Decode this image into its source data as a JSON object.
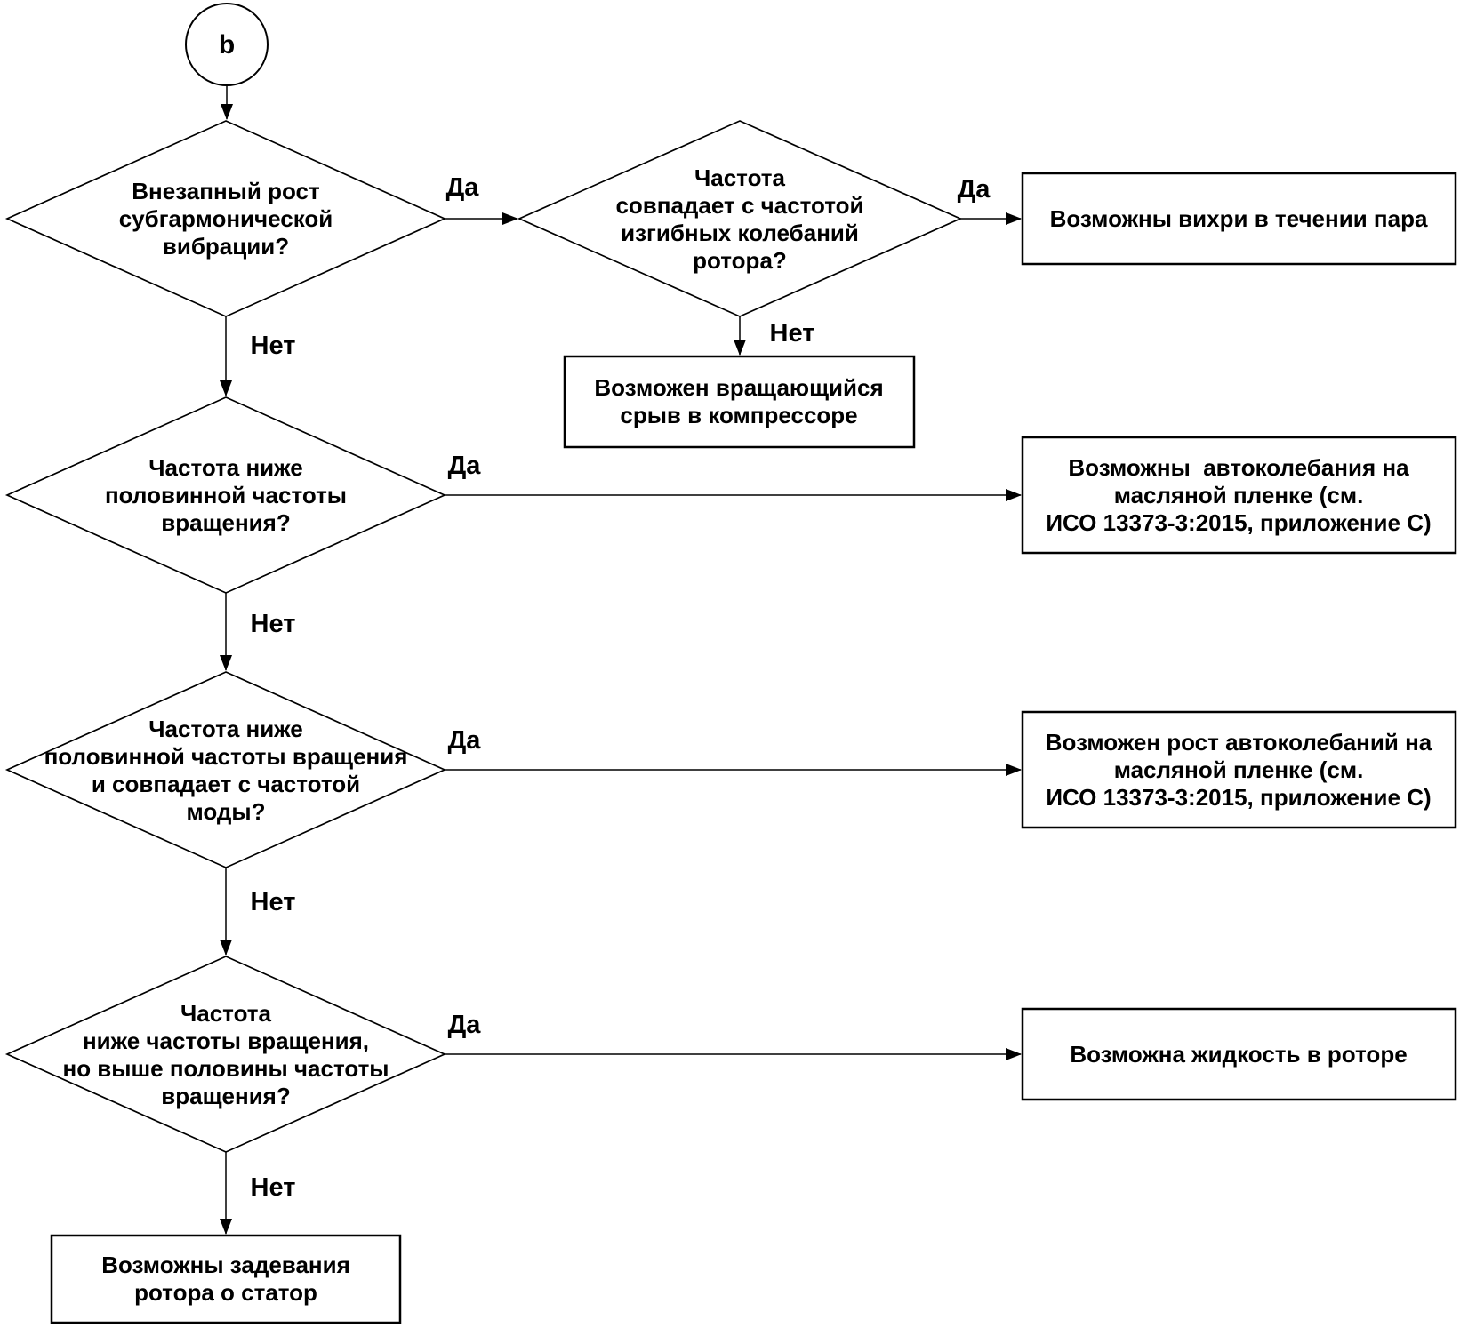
{
  "page": {
    "background": "#ffffff",
    "line_color": "#000000"
  },
  "flow": {
    "entry_label": "b",
    "yes": "Да",
    "no": "Нет",
    "decisions": [
      {
        "text": "Внезапный рост\nсубгармонической\nвибрации?"
      },
      {
        "text": "Частота\nсовпадает с частотой\nизгибных колебаний\nротора?"
      },
      {
        "text": "Частота ниже\nполовинной частоты\nвращения?"
      },
      {
        "text": "Частота ниже\nполовинной частоты вращения\nи совпадает с частотой\nмоды?"
      },
      {
        "text": "Частота\nниже частоты вращения,\nно выше половины частоты\nвращения?"
      }
    ],
    "outcomes": [
      {
        "text": "Возможны вихри в течении пара"
      },
      {
        "text": "Возможен вращающийся\nсрыв в компрессоре"
      },
      {
        "text": "Возможны  автоколебания на\nмасляной пленке (см.\nИСО 13373-3:2015, приложение С)"
      },
      {
        "text": "Возможен рост автоколебаний на\nмасляной пленке (см.\nИСО 13373-3:2015, приложение С)"
      },
      {
        "text": "Возможна жидкость в роторе"
      },
      {
        "text": "Возможны задевания\nротора о статор"
      }
    ]
  }
}
